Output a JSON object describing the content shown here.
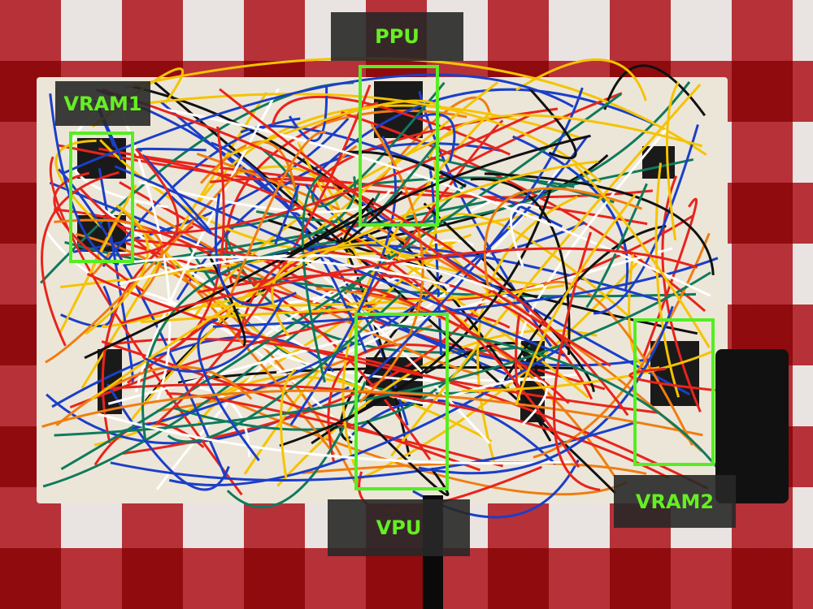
{
  "labels": {
    "vram1": "VRAM1",
    "ppu": "PPU",
    "vpu": "VPU",
    "vram2": "VRAM2"
  },
  "colors": {
    "highlight": "#55ee22",
    "label_bg": "#282828",
    "tablecloth_red": "#be141e",
    "breadboard": "#ece6d8"
  }
}
